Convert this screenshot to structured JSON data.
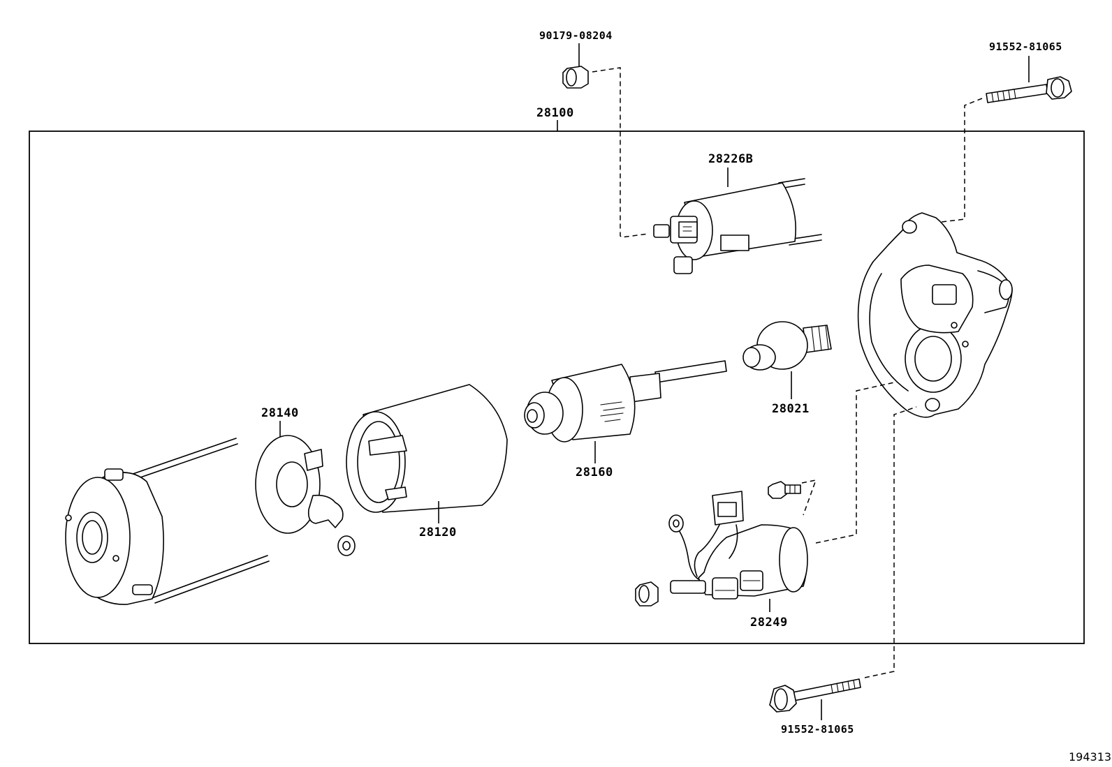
{
  "diagram": {
    "reference_number": "194313",
    "assembly": {
      "part_number": "28100"
    },
    "parts": [
      {
        "id": "nut-top",
        "part_number": "90179-08204"
      },
      {
        "id": "bolt-top-right",
        "part_number": "91552-81065"
      },
      {
        "id": "solenoid",
        "part_number": "28226B"
      },
      {
        "id": "brush-holder",
        "part_number": "28140"
      },
      {
        "id": "yoke",
        "part_number": "28120"
      },
      {
        "id": "armature",
        "part_number": "28160"
      },
      {
        "id": "pinion-clutch",
        "part_number": "28021"
      },
      {
        "id": "magnetic-switch",
        "part_number": "28249"
      },
      {
        "id": "bolt-bottom",
        "part_number": "91552-81065"
      }
    ]
  }
}
